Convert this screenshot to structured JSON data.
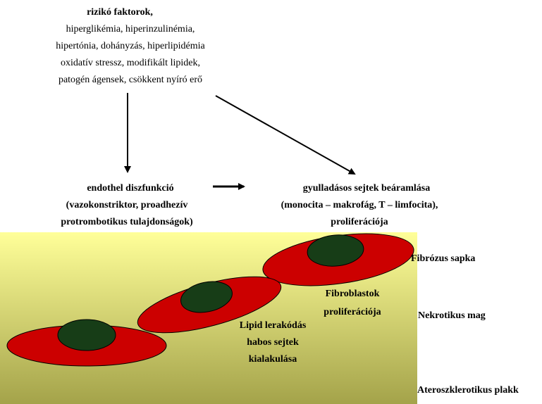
{
  "risk_factors": {
    "title": "rizikó faktorok,",
    "lines": [
      "hiperglikémia, hiperinzulinémia,",
      "hipertónia, dohányzás, hiperlipidémia",
      "oxidatív stressz, modifikált lipidek,",
      "patogén ágensek, csökkent nyíró erő"
    ]
  },
  "endothel": {
    "title": "endothel diszfunkció",
    "line2": "(vazokonstriktor, proadhezív",
    "line3": "protrombotikus tulajdonságok)"
  },
  "inflammation": {
    "title": "gyulladásos sejtek beáramlása",
    "line2": "(monocita – makrofág, T – limfocita),",
    "line3": "proliferációja"
  },
  "cell_labels": {
    "fibroblast_1": "Fibroblastok",
    "fibroblast_2": "proliferációja",
    "lipid_1": "Lipid lerakódás",
    "lipid_2": "habos sejtek",
    "lipid_3": "kialakulása"
  },
  "side_labels": {
    "fibrous_cap": "Fibrózus sapka",
    "necrotic_core": "Nekrotikus mag",
    "plaque": "Ateroszklerotikus plakk"
  },
  "colors": {
    "plaque_top": "#ffff99",
    "plaque_bottom": "#a4a34a",
    "cell": "#cc0000",
    "nucleus": "#173d17"
  }
}
